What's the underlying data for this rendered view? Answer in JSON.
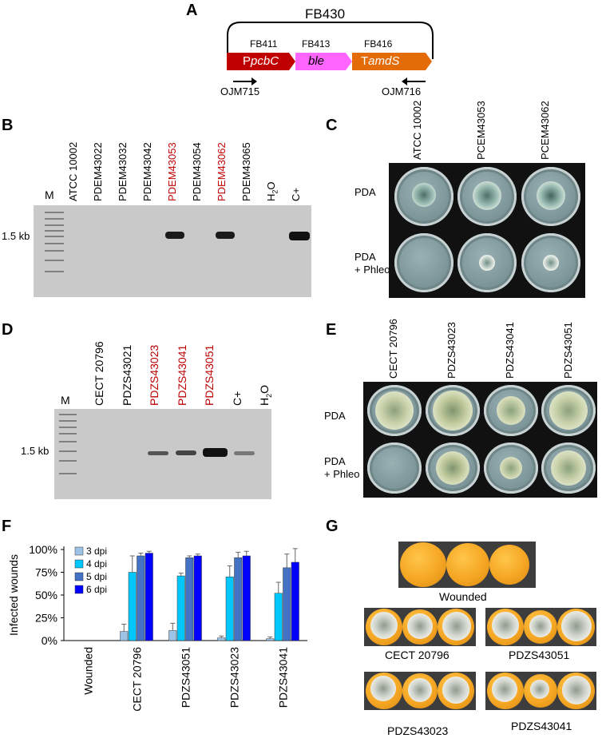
{
  "panels": {
    "A": "A",
    "B": "B",
    "C": "C",
    "D": "D",
    "E": "E",
    "F": "F",
    "G": "G"
  },
  "construct": {
    "name": "FB430",
    "parts": [
      {
        "id": "FB411",
        "label_pre": "P",
        "label_it": "pcbC",
        "color": "#c00000"
      },
      {
        "id": "FB413",
        "label_pre": "",
        "label_it": "ble",
        "color": "#ff66ff"
      },
      {
        "id": "FB416",
        "label_pre": "T",
        "label_it": "amdS",
        "color": "#e36c09"
      }
    ],
    "primer_left": "OJM715",
    "primer_right": "OJM716"
  },
  "gel_b": {
    "marker": "M",
    "size_label": "1.5 kb",
    "lanes": [
      {
        "label": "ATCC 10002",
        "highlight": false
      },
      {
        "label": "PDEM43022",
        "highlight": false
      },
      {
        "label": "PDEM43032",
        "highlight": false
      },
      {
        "label": "PDEM43042",
        "highlight": false
      },
      {
        "label": "PDEM43053",
        "highlight": true
      },
      {
        "label": "PDEM43054",
        "highlight": false
      },
      {
        "label": "PDEM43062",
        "highlight": true
      },
      {
        "label": "PDEM43065",
        "highlight": false
      },
      {
        "label": "H2O",
        "highlight": false
      },
      {
        "label": "C+",
        "highlight": false
      }
    ]
  },
  "plates_c": {
    "strains": [
      "ATCC 10002",
      "PCEM43053",
      "PCEM43062"
    ],
    "row1": "PDA",
    "row2a": "PDA",
    "row2b": "+ Phleo"
  },
  "gel_d": {
    "marker": "M",
    "size_label": "1.5 kb",
    "lanes": [
      {
        "label": "CECT 20796",
        "highlight": false
      },
      {
        "label": "PDZS43021",
        "highlight": false
      },
      {
        "label": "PDZS43023",
        "highlight": true
      },
      {
        "label": "PDZS43041",
        "highlight": true
      },
      {
        "label": "PDZS43051",
        "highlight": true
      },
      {
        "label": "C+",
        "highlight": false
      },
      {
        "label": "H2O",
        "highlight": false
      }
    ]
  },
  "plates_e": {
    "strains": [
      "CECT 20796",
      "PDZS43023",
      "PDZS43041",
      "PDZS43051"
    ],
    "row1": "PDA",
    "row2a": "PDA",
    "row2b": "+ Phleo"
  },
  "chart_data": {
    "type": "bar",
    "ylabel": "Infected wounds",
    "categories": [
      "Wounded",
      "CECT 20796",
      "PDZS43051",
      "PDZS43023",
      "PDZS43041"
    ],
    "yticks": [
      "0%",
      "25%",
      "50%",
      "75%",
      "100%"
    ],
    "ylim": [
      0,
      100
    ],
    "legend_position": "top-left",
    "series": [
      {
        "name": "3 dpi",
        "color": "#9dc3e6",
        "values": [
          0,
          10,
          11,
          3,
          2
        ],
        "err": [
          0,
          8,
          8,
          2,
          2
        ]
      },
      {
        "name": "4 dpi",
        "color": "#00c8ff",
        "values": [
          0,
          75,
          71,
          70,
          52
        ],
        "err": [
          0,
          18,
          3,
          12,
          12
        ]
      },
      {
        "name": "5 dpi",
        "color": "#4472c4",
        "values": [
          0,
          93,
          91,
          91,
          80
        ],
        "err": [
          0,
          3,
          2,
          6,
          15
        ]
      },
      {
        "name": "6 dpi",
        "color": "#0000ff",
        "values": [
          0,
          96,
          93,
          93,
          86
        ],
        "err": [
          0,
          2,
          2,
          5,
          15
        ]
      }
    ]
  },
  "oranges_g": {
    "groups": [
      "Wounded",
      "CECT 20796",
      "PDZS43051",
      "PDZS43023",
      "PDZS43041"
    ]
  }
}
